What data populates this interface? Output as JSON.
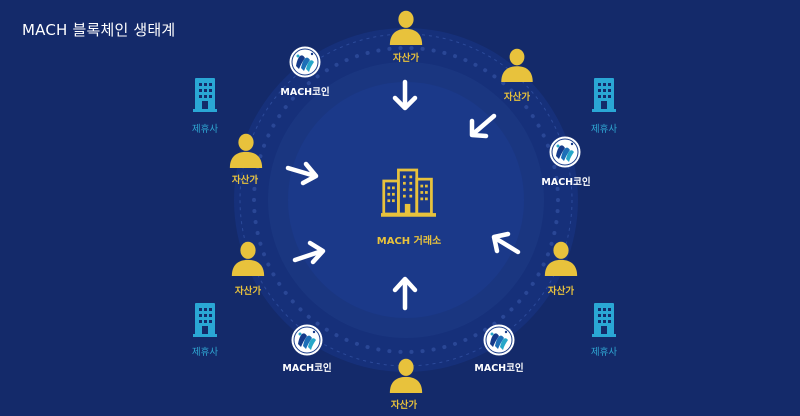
{
  "header": {
    "title": "MACH 블록체인 생태계"
  },
  "center": {
    "label": "MACH 거래소",
    "icon": "buildings-icon"
  },
  "labels": {
    "investor": "자산가",
    "coin": "MACH코인",
    "partner": "제휴사"
  },
  "colors": {
    "background": "#142a6a",
    "accent_yellow": "#e8c23c",
    "partner_cyan": "#2aa7d5",
    "arrow": "#ffffff"
  },
  "nodes": [
    {
      "type": "investor",
      "icon": "person-icon"
    },
    {
      "type": "investor",
      "icon": "person-icon"
    },
    {
      "type": "investor",
      "icon": "person-icon"
    },
    {
      "type": "investor",
      "icon": "person-icon"
    },
    {
      "type": "investor",
      "icon": "person-icon"
    },
    {
      "type": "investor",
      "icon": "person-icon"
    },
    {
      "type": "coin",
      "icon": "mach-coin-icon"
    },
    {
      "type": "coin",
      "icon": "mach-coin-icon"
    },
    {
      "type": "coin",
      "icon": "mach-coin-icon"
    },
    {
      "type": "coin",
      "icon": "mach-coin-icon"
    },
    {
      "type": "partner",
      "icon": "building-icon"
    },
    {
      "type": "partner",
      "icon": "building-icon"
    },
    {
      "type": "partner",
      "icon": "building-icon"
    },
    {
      "type": "partner",
      "icon": "building-icon"
    }
  ]
}
